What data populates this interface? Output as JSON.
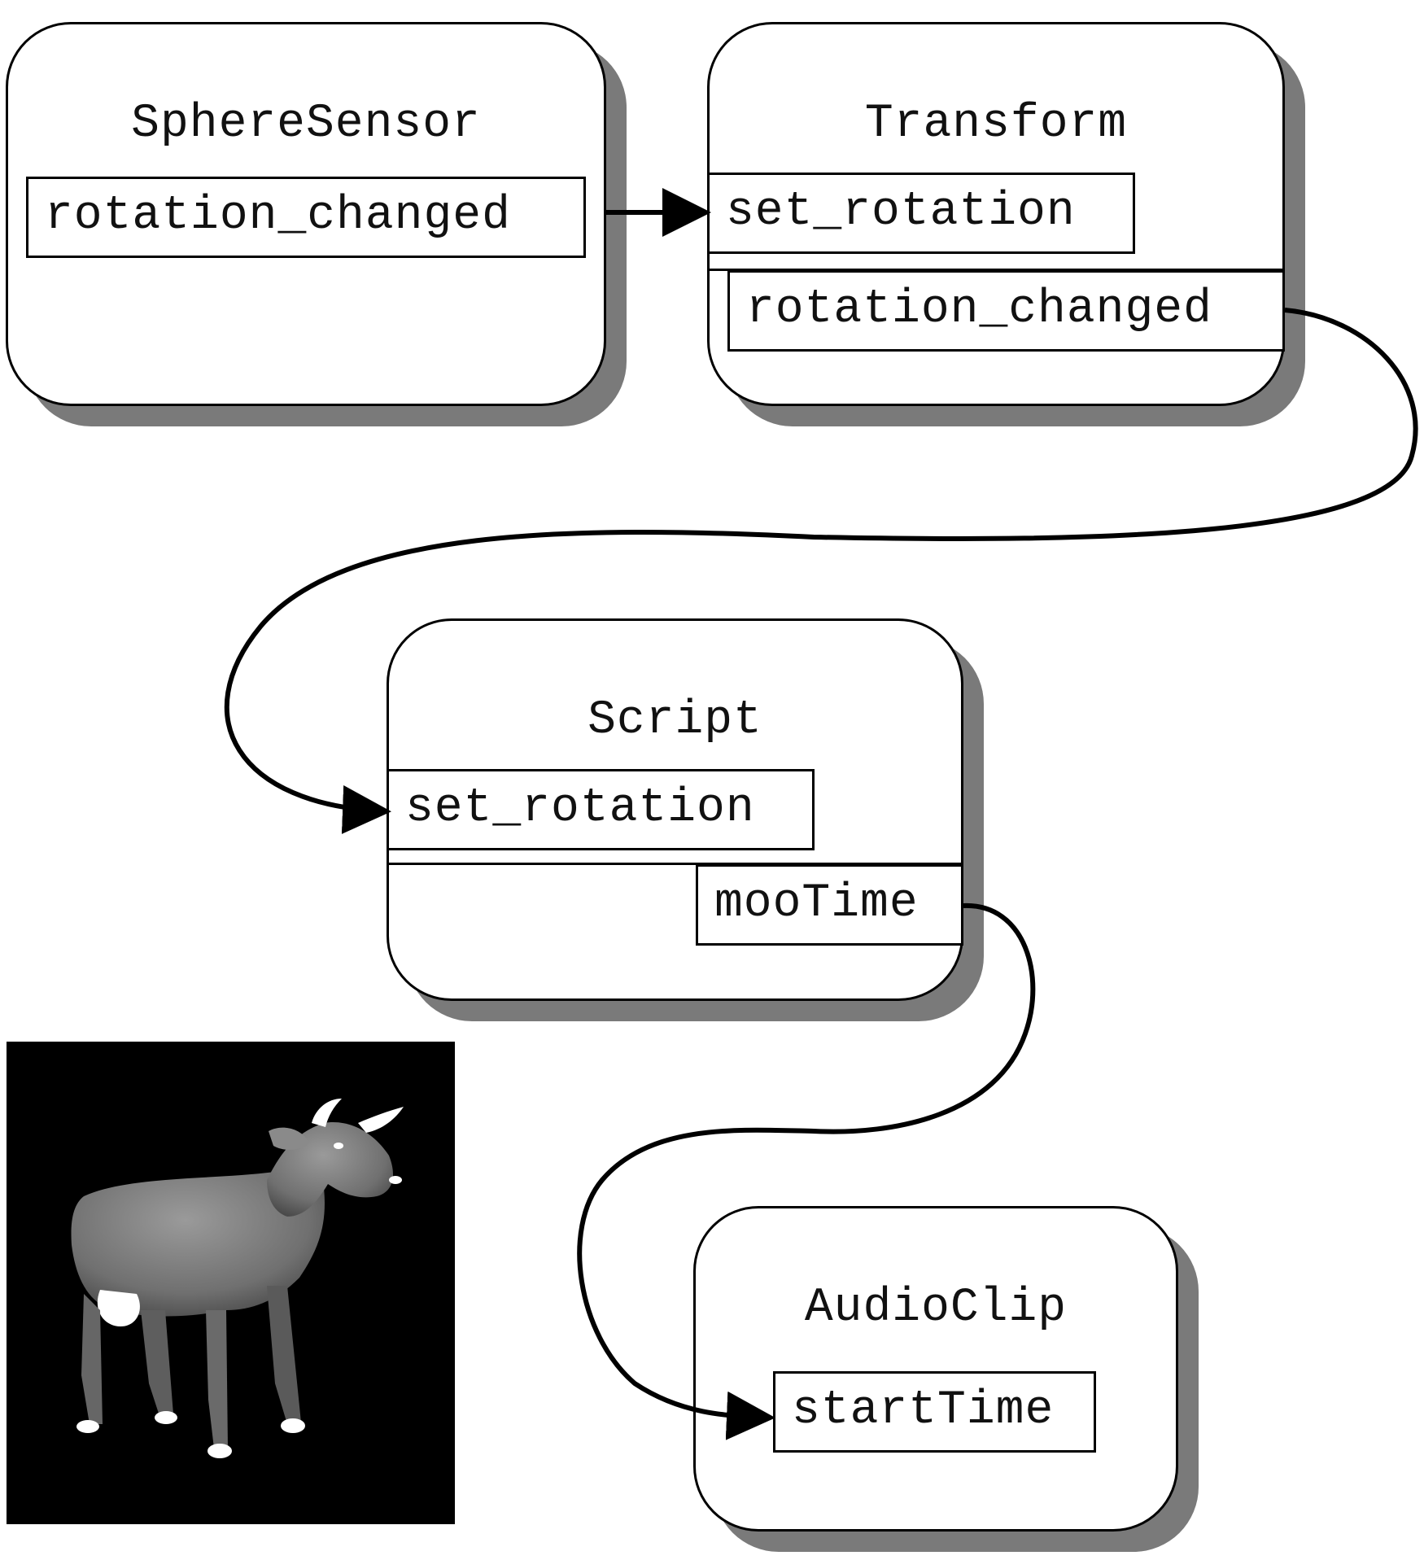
{
  "nodes": {
    "sphere_sensor": {
      "title": "SphereSensor",
      "fields": [
        "rotation_changed"
      ]
    },
    "transform": {
      "title": "Transform",
      "fields": [
        "set_rotation",
        "rotation_changed"
      ]
    },
    "script": {
      "title": "Script",
      "fields": [
        "set_rotation",
        "mooTime"
      ]
    },
    "audio_clip": {
      "title": "AudioClip",
      "fields": [
        "startTime"
      ]
    }
  },
  "routes": [
    {
      "from": "SphereSensor.rotation_changed",
      "to": "Transform.set_rotation"
    },
    {
      "from": "Transform.rotation_changed",
      "to": "Script.set_rotation"
    },
    {
      "from": "Script.mooTime",
      "to": "AudioClip.startTime"
    }
  ],
  "image": {
    "subject": "cow-rendering",
    "background": "#000000"
  },
  "colors": {
    "line": "#000000",
    "shadow": "#7a7a7a",
    "box": "#ffffff"
  }
}
